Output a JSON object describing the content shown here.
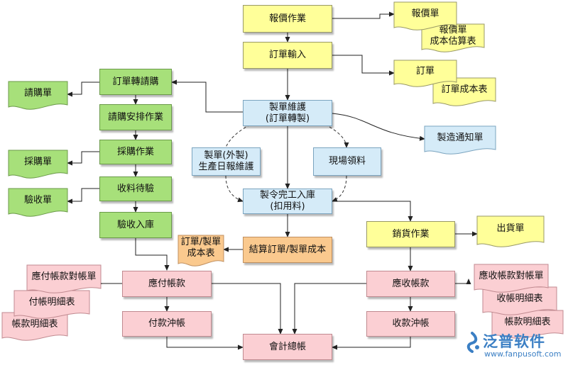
{
  "nodes": {
    "quote_job": "報價作業",
    "order_input": "訂單輸入",
    "order_to_requisition": "訂單轉請購",
    "requisition_schedule": "請購安排作業",
    "purchase_job": "採購作業",
    "receive_pending": "收料待驗",
    "inspect_stock_in": "驗收入庫",
    "mfg_order_maintain": "製單維護\n(訂單轉製)",
    "outsource_daily": "製單(外製)\n生產日報維護",
    "site_material": "現場領料",
    "mfg_complete_stock_in": "製令完工入庫\n(扣用料)",
    "settle_cost": "結算訂單/製單成本",
    "shipping_job": "銷貨作業",
    "payable": "應付帳款",
    "payment_writeoff": "付款沖帳",
    "receivable": "應收帳款",
    "receipt_writeoff": "收款沖帳",
    "general_ledger": "會計總帳"
  },
  "documents": {
    "quote_doc": "報價單",
    "quote_cost_estimate": "報價單\n成本估算表",
    "order_doc": "訂單",
    "order_cost_table": "訂單成本表",
    "requisition_doc": "請購單",
    "purchase_doc": "採購單",
    "inspection_doc": "驗收單",
    "mfg_notice": "製造通知單",
    "order_mfg_cost_table": "訂單/製單\n成本表",
    "shipping_doc": "出貨單",
    "payable_reconcile": "應付帳款對帳單",
    "payment_detail": "付帳明細表",
    "account_detail_left": "帳款明細表",
    "receivable_reconcile": "應收帳款對帳單",
    "receipt_detail": "收帳明細表",
    "account_detail_right": "帳款明細表"
  },
  "watermark": {
    "brand": "泛普软件",
    "url": "www.fanpusoft.com"
  },
  "colors": {
    "process": "#ffff99",
    "purchasing": "#a7e07a",
    "manufacturing": "#d5ebf8",
    "accounting": "#fbcfd3",
    "cost": "#fac98e",
    "document": "#ffff99",
    "brand": "#3b7fc4"
  }
}
